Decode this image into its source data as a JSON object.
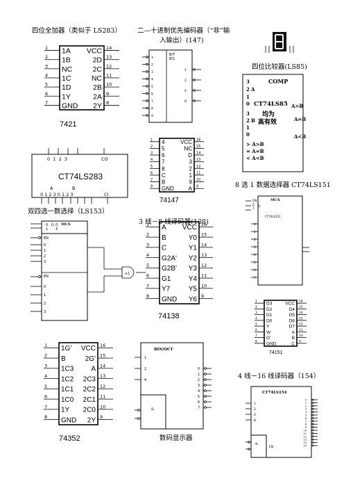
{
  "captions": {
    "adder4": "四位全加器（类似于 LS283）",
    "priority_encoder": "二—十进制优先编码器（“非”输",
    "priority_encoder_2": "入输出）(147)",
    "comparator": "四位比较器(LS85)",
    "mux8": "8 选 1 数据选择器 CT74LS151",
    "mux4_dual": "双四选一数选择（LS153）",
    "decoder_3_8": "3 线－8 线译码器(138)",
    "seg_display": "数码显示器",
    "decoder_4_16": "4 线－16 线译码器（154）"
  },
  "chips": {
    "c7421": {
      "label": "7421",
      "left_pins": [
        "1",
        "2",
        "3",
        "4",
        "5",
        "6",
        "7"
      ],
      "right_pins": [
        "14",
        "13",
        "12",
        "11",
        "10",
        "9",
        "8"
      ],
      "left_names": [
        "1A",
        "1B",
        "NC",
        "1C",
        "1D",
        "1Y",
        "GND"
      ],
      "right_names": [
        "VCC",
        "2D",
        "2C",
        "NC",
        "2B",
        "2A",
        "2Y"
      ]
    },
    "c283": {
      "label": "CT74LS283",
      "top_nums": "0  1  2  3",
      "top_co": "CO",
      "bot_a": "A",
      "bot_b": "B",
      "bot_nums": "0 1 2 3 0 1 2 3",
      "bot_ci": "CI"
    },
    "c147": {
      "label": "74147",
      "top_label": "B/T\n8/1",
      "top_in_pins": [
        "1",
        "2",
        "3",
        "4",
        "5",
        "6",
        "7",
        "8",
        "9"
      ],
      "top_out_pins": [
        "1",
        "2",
        "4",
        "8"
      ],
      "left_pins": [
        "1",
        "2",
        "3",
        "4",
        "5",
        "6",
        "7",
        "8"
      ],
      "right_pins": [
        "16",
        "15",
        "14",
        "13",
        "12",
        "11",
        "10",
        "9"
      ],
      "left_names": [
        "4",
        "5",
        "6",
        "7",
        "8",
        "C",
        "B",
        "GND"
      ],
      "right_names": [
        "VCC",
        "NC",
        "D",
        "3",
        "2",
        "1",
        "9",
        "A"
      ]
    },
    "c138": {
      "label": "74138",
      "left_pins": [
        "1",
        "2",
        "3",
        "4",
        "5",
        "6",
        "7",
        "8"
      ],
      "right_pins": [
        "16",
        "15",
        "14",
        "13",
        "12",
        "11",
        "10",
        "9"
      ],
      "left_names": [
        "A",
        "B",
        "C",
        "G2A'",
        "G2B'",
        "G1",
        "Y7",
        "GND"
      ],
      "right_names": [
        "VCC",
        "Y0",
        "Y1",
        "Y2",
        "Y3",
        "Y4",
        "Y5",
        "Y6"
      ]
    },
    "c352": {
      "label": "74352",
      "left_pins": [
        "1",
        "2",
        "3",
        "4",
        "5",
        "6",
        "7",
        "8"
      ],
      "right_pins": [
        "16",
        "15",
        "14",
        "13",
        "12",
        "11",
        "10",
        "9"
      ],
      "left_names": [
        "1G'",
        "B",
        "1C3",
        "1C2",
        "1C1",
        "1C0",
        "1Y",
        "GND"
      ],
      "right_names": [
        "VCC",
        "2G'",
        "A",
        "2C3",
        "2C2",
        "2C1",
        "2C0",
        "2Y"
      ]
    },
    "c153": {
      "top": "0\n1",
      "top_right": "G 0\n   3",
      "mux_label": "MUX",
      "en": "EN",
      "in_nums_a": [
        "0",
        "1",
        "2",
        "3"
      ],
      "in_nums_b": [
        "0",
        "1",
        "2",
        "3"
      ],
      "gate": "≥1"
    },
    "c85": {
      "title": "COMP",
      "in_pins": [
        "3",
        "2",
        "1",
        "0"
      ],
      "in_pins_b": [
        "3",
        "2",
        "1",
        "0"
      ],
      "a_label": "A",
      "b_label": "B",
      "name": "CT74LS85",
      "valid": "均为",
      "valid2": "高有效",
      "out_gt": "A>B",
      "out_eq": "A=B",
      "out_lt": "A<B",
      "cin_gt": "> A>B",
      "cin_eq": "= A=B",
      "cin_lt": "< A<B"
    },
    "c151": {
      "mux": "MUX",
      "en": "EN",
      "g": "G",
      "g_nums": "0\n7",
      "name": "CT74LS151",
      "in_nums": [
        "0",
        "1",
        "2",
        "3",
        "4",
        "5",
        "6",
        "7"
      ]
    },
    "c151pin": {
      "label": "74151",
      "left_pins": [
        "1",
        "2",
        "3",
        "4",
        "5",
        "6",
        "7",
        "8"
      ],
      "right_pins": [
        "16",
        "15",
        "14",
        "13",
        "12",
        "11",
        "10",
        "9"
      ],
      "left_names": [
        "D3",
        "D2",
        "D1",
        "D0",
        "Y",
        "W",
        "G'",
        "GND"
      ],
      "right_names": [
        "VCC",
        "D4",
        "D5",
        "D6",
        "D7",
        "A",
        "B",
        "C"
      ]
    },
    "c_bin": {
      "title": "BIN/OCT",
      "in_nums": [
        "1",
        "2",
        "4"
      ],
      "out_nums": [
        "0",
        "1",
        "2",
        "3",
        "4",
        "5",
        "6",
        "7"
      ],
      "en": "&"
    },
    "c154": {
      "name": "CT74LS154",
      "in_nums": [
        "1",
        "2",
        "4",
        "8"
      ],
      "out_nums": [
        "0",
        "1",
        "2",
        "3",
        "4",
        "5",
        "6",
        "7",
        "8",
        "9",
        "10",
        "11",
        "12",
        "13",
        "14",
        "15"
      ],
      "en": "EN",
      "amp": "&"
    },
    "seg7": {
      "digit": "8"
    }
  }
}
